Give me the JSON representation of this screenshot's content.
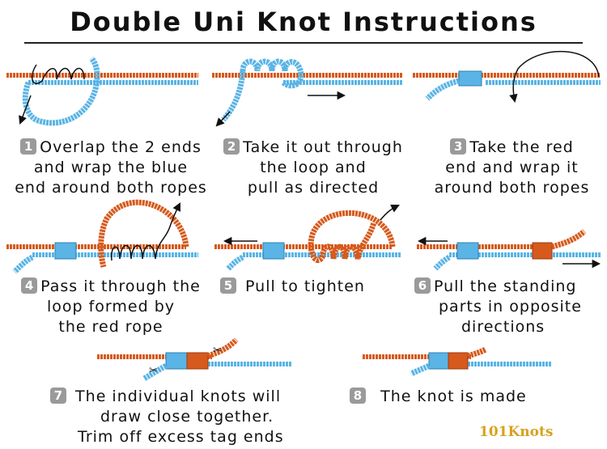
{
  "title": "Double Uni Knot Instructions",
  "colors": {
    "red_rope": "#d65a1c",
    "blue_rope": "#5ab4e5",
    "badge": "#9a9a9a",
    "logo": "#d7a21e"
  },
  "steps": [
    {
      "number": "1",
      "lines": [
        "Overlap the 2 ends",
        "and wrap the blue",
        "end around both ropes"
      ]
    },
    {
      "number": "2",
      "lines": [
        "Take it out through",
        "the loop and",
        "pull as directed"
      ]
    },
    {
      "number": "3",
      "lines": [
        "Take the red",
        "end and wrap it",
        "around both ropes"
      ]
    },
    {
      "number": "4",
      "lines": [
        "Pass it through the",
        "loop formed by",
        "the red rope"
      ]
    },
    {
      "number": "5",
      "lines": [
        "Pull to tighten"
      ]
    },
    {
      "number": "6",
      "lines": [
        "Pull the standing",
        "parts in opposite",
        "directions"
      ]
    },
    {
      "number": "7",
      "lines": [
        "The individual knots will",
        "draw close together.",
        "Trim off excess tag ends"
      ]
    },
    {
      "number": "8",
      "lines": [
        "The knot is made"
      ]
    }
  ],
  "logo": "101Knots"
}
